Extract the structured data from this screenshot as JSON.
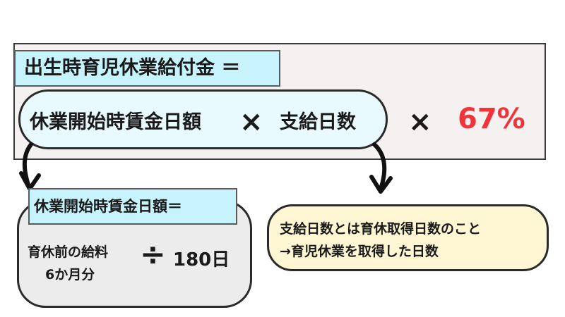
{
  "formula": {
    "title": "出生時育児休業給付金 ＝",
    "wage_term": "休業開始時賃金日額",
    "times_symbol": "×",
    "days_term": "支給日数",
    "rate": "67%"
  },
  "wage_definition": {
    "title": "休業開始時賃金日額＝",
    "salary_line1": "育休前の給料",
    "salary_line2": "6か月分",
    "divide_symbol": "÷",
    "divisor": "180日"
  },
  "days_note": {
    "line1": "支給日数とは育休取得日数のこと",
    "line2": "→育児休業を取得した日数"
  },
  "colors": {
    "title_fill": "#c7f3fd",
    "rate": "#f0343a",
    "note_fill": "#fff7d4"
  }
}
